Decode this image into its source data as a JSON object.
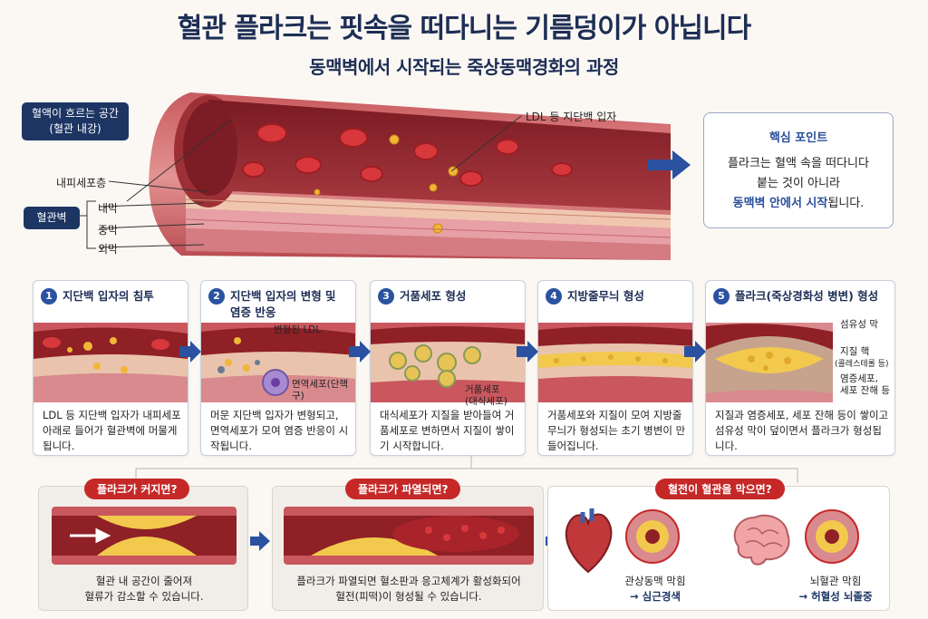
{
  "header": {
    "title": "혈관 플라크는 핏속을 떠다니는 기름덩이가 아닙니다",
    "subtitle": "동맥벽에서 시작되는 죽상동맥경화의 과정"
  },
  "artery": {
    "lumen_label": "혈액이 흐르는 공간\n(혈관 내강)",
    "ldl_label": "LDL 등 지단백 입자",
    "endothelium_label": "내피세포층",
    "wall_label": "혈관벽",
    "intima_label": "내막",
    "media_label": "중막",
    "adventitia_label": "외막"
  },
  "key_point": {
    "heading": "핵심 포인트",
    "line1": "플라크는 혈액 속을 떠다니다",
    "line2": "붙는 것이 아니라",
    "line3_strong": "동맥벽 안에서 시작",
    "line3_rest": "됩니다."
  },
  "steps": [
    {
      "num": "1",
      "title": "지단백 입자의 침투",
      "desc": "LDL 등 지단백 입자가 내피세포 아래로 들어가 혈관벽에 머물게 됩니다."
    },
    {
      "num": "2",
      "title": "지단백 입자의 변형 및 염증 반응",
      "desc": "머문 지단백 입자가 변형되고, 면역세포가 모여 염증 반응이 시작됩니다.",
      "tag1": "변형된 LDL",
      "tag2": "면역세포(단핵구)"
    },
    {
      "num": "3",
      "title": "거품세포 형성",
      "desc": "대식세포가 지질을 받아들여 거품세포로 변하면서 지질이 쌓이기 시작합니다.",
      "tag1": "거품세포",
      "tag2": "(대식세포)"
    },
    {
      "num": "4",
      "title": "지방줄무늬 형성",
      "desc": "거품세포와 지질이 모여 지방줄무늬가 형성되는 초기 병변이 만들어집니다."
    },
    {
      "num": "5",
      "title": "플라크(죽상경화성 병변) 형성",
      "desc": "지질과 염증세포, 세포 잔해 등이 쌓이고 섬유성 막이 덮이면서 플라크가 형성됩니다.",
      "tag1": "섬유성 막",
      "tag2": "지질 핵",
      "tag3": "(콜레스테롤 등)",
      "tag4": "염증세포,",
      "tag5": "세포 잔해 등"
    }
  ],
  "bottom": {
    "grow": {
      "pill": "플라크가 커지면?",
      "desc": "혈관 내 공간이 줄어져\n혈류가 감소할 수 있습니다."
    },
    "rupture": {
      "pill": "플라크가 파열되면?",
      "desc": "플라크가 파열되면 혈소판과 응고체계가 활성화되어\n혈전(피떡)이 형성될 수 있습니다."
    },
    "block": {
      "pill": "혈전이 혈관을 막으면?",
      "heart_line1": "관상동맥 막힘",
      "heart_line2": "→ 심근경색",
      "brain_line1": "뇌혈관 막힘",
      "brain_line2": "→ 허혈성 뇌졸중"
    }
  },
  "colors": {
    "navy": "#1d3563",
    "accent_blue": "#2a52a0",
    "alert_red": "#c62828",
    "wall_pink": "#e8a1a0",
    "plaque_yellow": "#f2c94c"
  }
}
